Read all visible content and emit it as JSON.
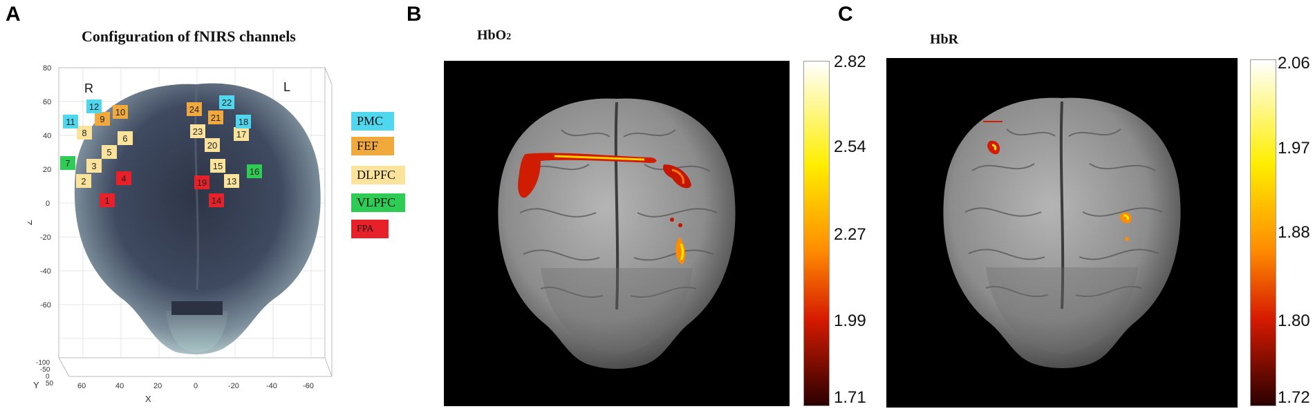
{
  "panels": {
    "a": {
      "letter": "A",
      "title": "Configuration of fNIRS channels",
      "hemisphere_right": "R",
      "hemisphere_left": "L",
      "axis_z": "Z",
      "axis_x": "X",
      "axis_y": "Y",
      "z_ticks": [
        "80",
        "60",
        "40",
        "20",
        "0",
        "-20",
        "-40",
        "-60"
      ],
      "x_ticks": [
        "60",
        "40",
        "20",
        "0",
        "-20",
        "-40",
        "-60"
      ],
      "y_ticks": [
        "-100",
        "-50",
        "0",
        "50"
      ],
      "legend": [
        {
          "label": "PMC",
          "color": "#4fd7ee"
        },
        {
          "label": "FEF",
          "color": "#f2a93b"
        },
        {
          "label": "DLPFC",
          "color": "#fbe39b"
        },
        {
          "label": "VLPFC",
          "color": "#2ecc55"
        },
        {
          "label": "FPA",
          "color": "#e8202a"
        }
      ],
      "channels": [
        {
          "id": "1",
          "region": "FPA"
        },
        {
          "id": "2",
          "region": "DLPFC"
        },
        {
          "id": "3",
          "region": "DLPFC"
        },
        {
          "id": "4",
          "region": "FPA"
        },
        {
          "id": "5",
          "region": "DLPFC"
        },
        {
          "id": "6",
          "region": "DLPFC"
        },
        {
          "id": "7",
          "region": "VLPFC"
        },
        {
          "id": "8",
          "region": "DLPFC"
        },
        {
          "id": "9",
          "region": "FEF"
        },
        {
          "id": "10",
          "region": "FEF"
        },
        {
          "id": "11",
          "region": "PMC"
        },
        {
          "id": "12",
          "region": "PMC"
        },
        {
          "id": "13",
          "region": "DLPFC"
        },
        {
          "id": "14",
          "region": "FPA"
        },
        {
          "id": "15",
          "region": "DLPFC"
        },
        {
          "id": "16",
          "region": "VLPFC"
        },
        {
          "id": "17",
          "region": "DLPFC"
        },
        {
          "id": "18",
          "region": "PMC"
        },
        {
          "id": "19",
          "region": "FPA"
        },
        {
          "id": "20",
          "region": "DLPFC"
        },
        {
          "id": "21",
          "region": "FEF"
        },
        {
          "id": "22",
          "region": "PMC"
        },
        {
          "id": "23",
          "region": "DLPFC"
        },
        {
          "id": "24",
          "region": "FEF"
        }
      ]
    },
    "b": {
      "letter": "B",
      "title_main": "HbO",
      "title_sub": "2",
      "colorbar_ticks": [
        "2.82",
        "2.54",
        "2.27",
        "1.99",
        "1.71"
      ]
    },
    "c": {
      "letter": "C",
      "title": "HbR",
      "colorbar_ticks": [
        "2.06",
        "1.97",
        "1.88",
        "1.80",
        "1.72"
      ]
    }
  },
  "colors": {
    "head_dark": "#3d4658",
    "head_light": "#c9dede",
    "hot_dark": "#2a0000",
    "hot_red": "#d61a00",
    "hot_orange": "#ff8c00",
    "hot_yellow": "#ffee00",
    "hot_white": "#ffffff"
  }
}
